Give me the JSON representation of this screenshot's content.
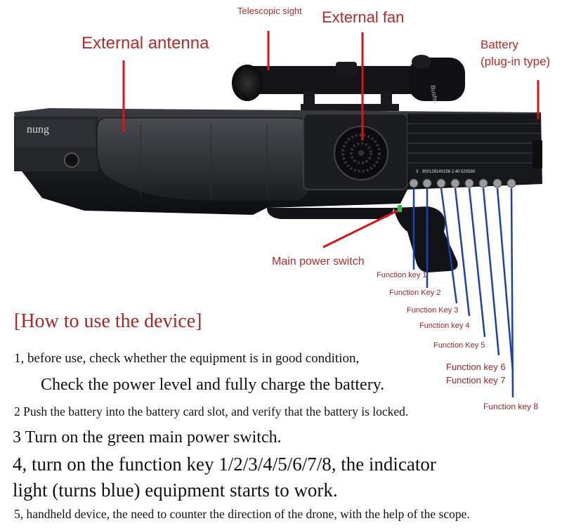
{
  "labels": {
    "telescopic_sight": "Telescopic sight",
    "external_fan": "External fan",
    "external_antenna": "External antenna",
    "battery_line1": "Battery",
    "battery_line2": "(plug-in type)",
    "main_power_switch": "Main power switch",
    "device_tag": "nung",
    "freq_left": "3",
    "freq_labels": "900129140156 2.40 520530"
  },
  "function_keys": [
    "Function key 1",
    "Function Key 2",
    "Function Key 3",
    "Function key 4",
    "Function Key 5",
    "Function key 6",
    "Function key 7",
    "Function key 8"
  ],
  "instructions": {
    "heading": "[How to use the device]",
    "step1": "1, before use, check whether the equipment is in good condition,",
    "step1b": "Check the power level and fully charge the battery.",
    "step2": "2 Push the battery into the battery card slot, and verify that the battery is locked.",
    "step3": "3 Turn on the green main power switch.",
    "step4a": "4, turn on the function key 1/2/3/4/5/6/7/8, the indicator",
    "step4b": "light (turns blue) equipment starts to work.",
    "step5": "5, handheld device, the need to counter the direction of the drone, with the help of the scope."
  },
  "colors": {
    "red_line": "#d9141b",
    "blue_line": "#1d3fb5",
    "label_red": "#b52a2a",
    "heading_red": "#a82626",
    "body": "#1f1f22",
    "green_switch": "#2fbf3b"
  }
}
